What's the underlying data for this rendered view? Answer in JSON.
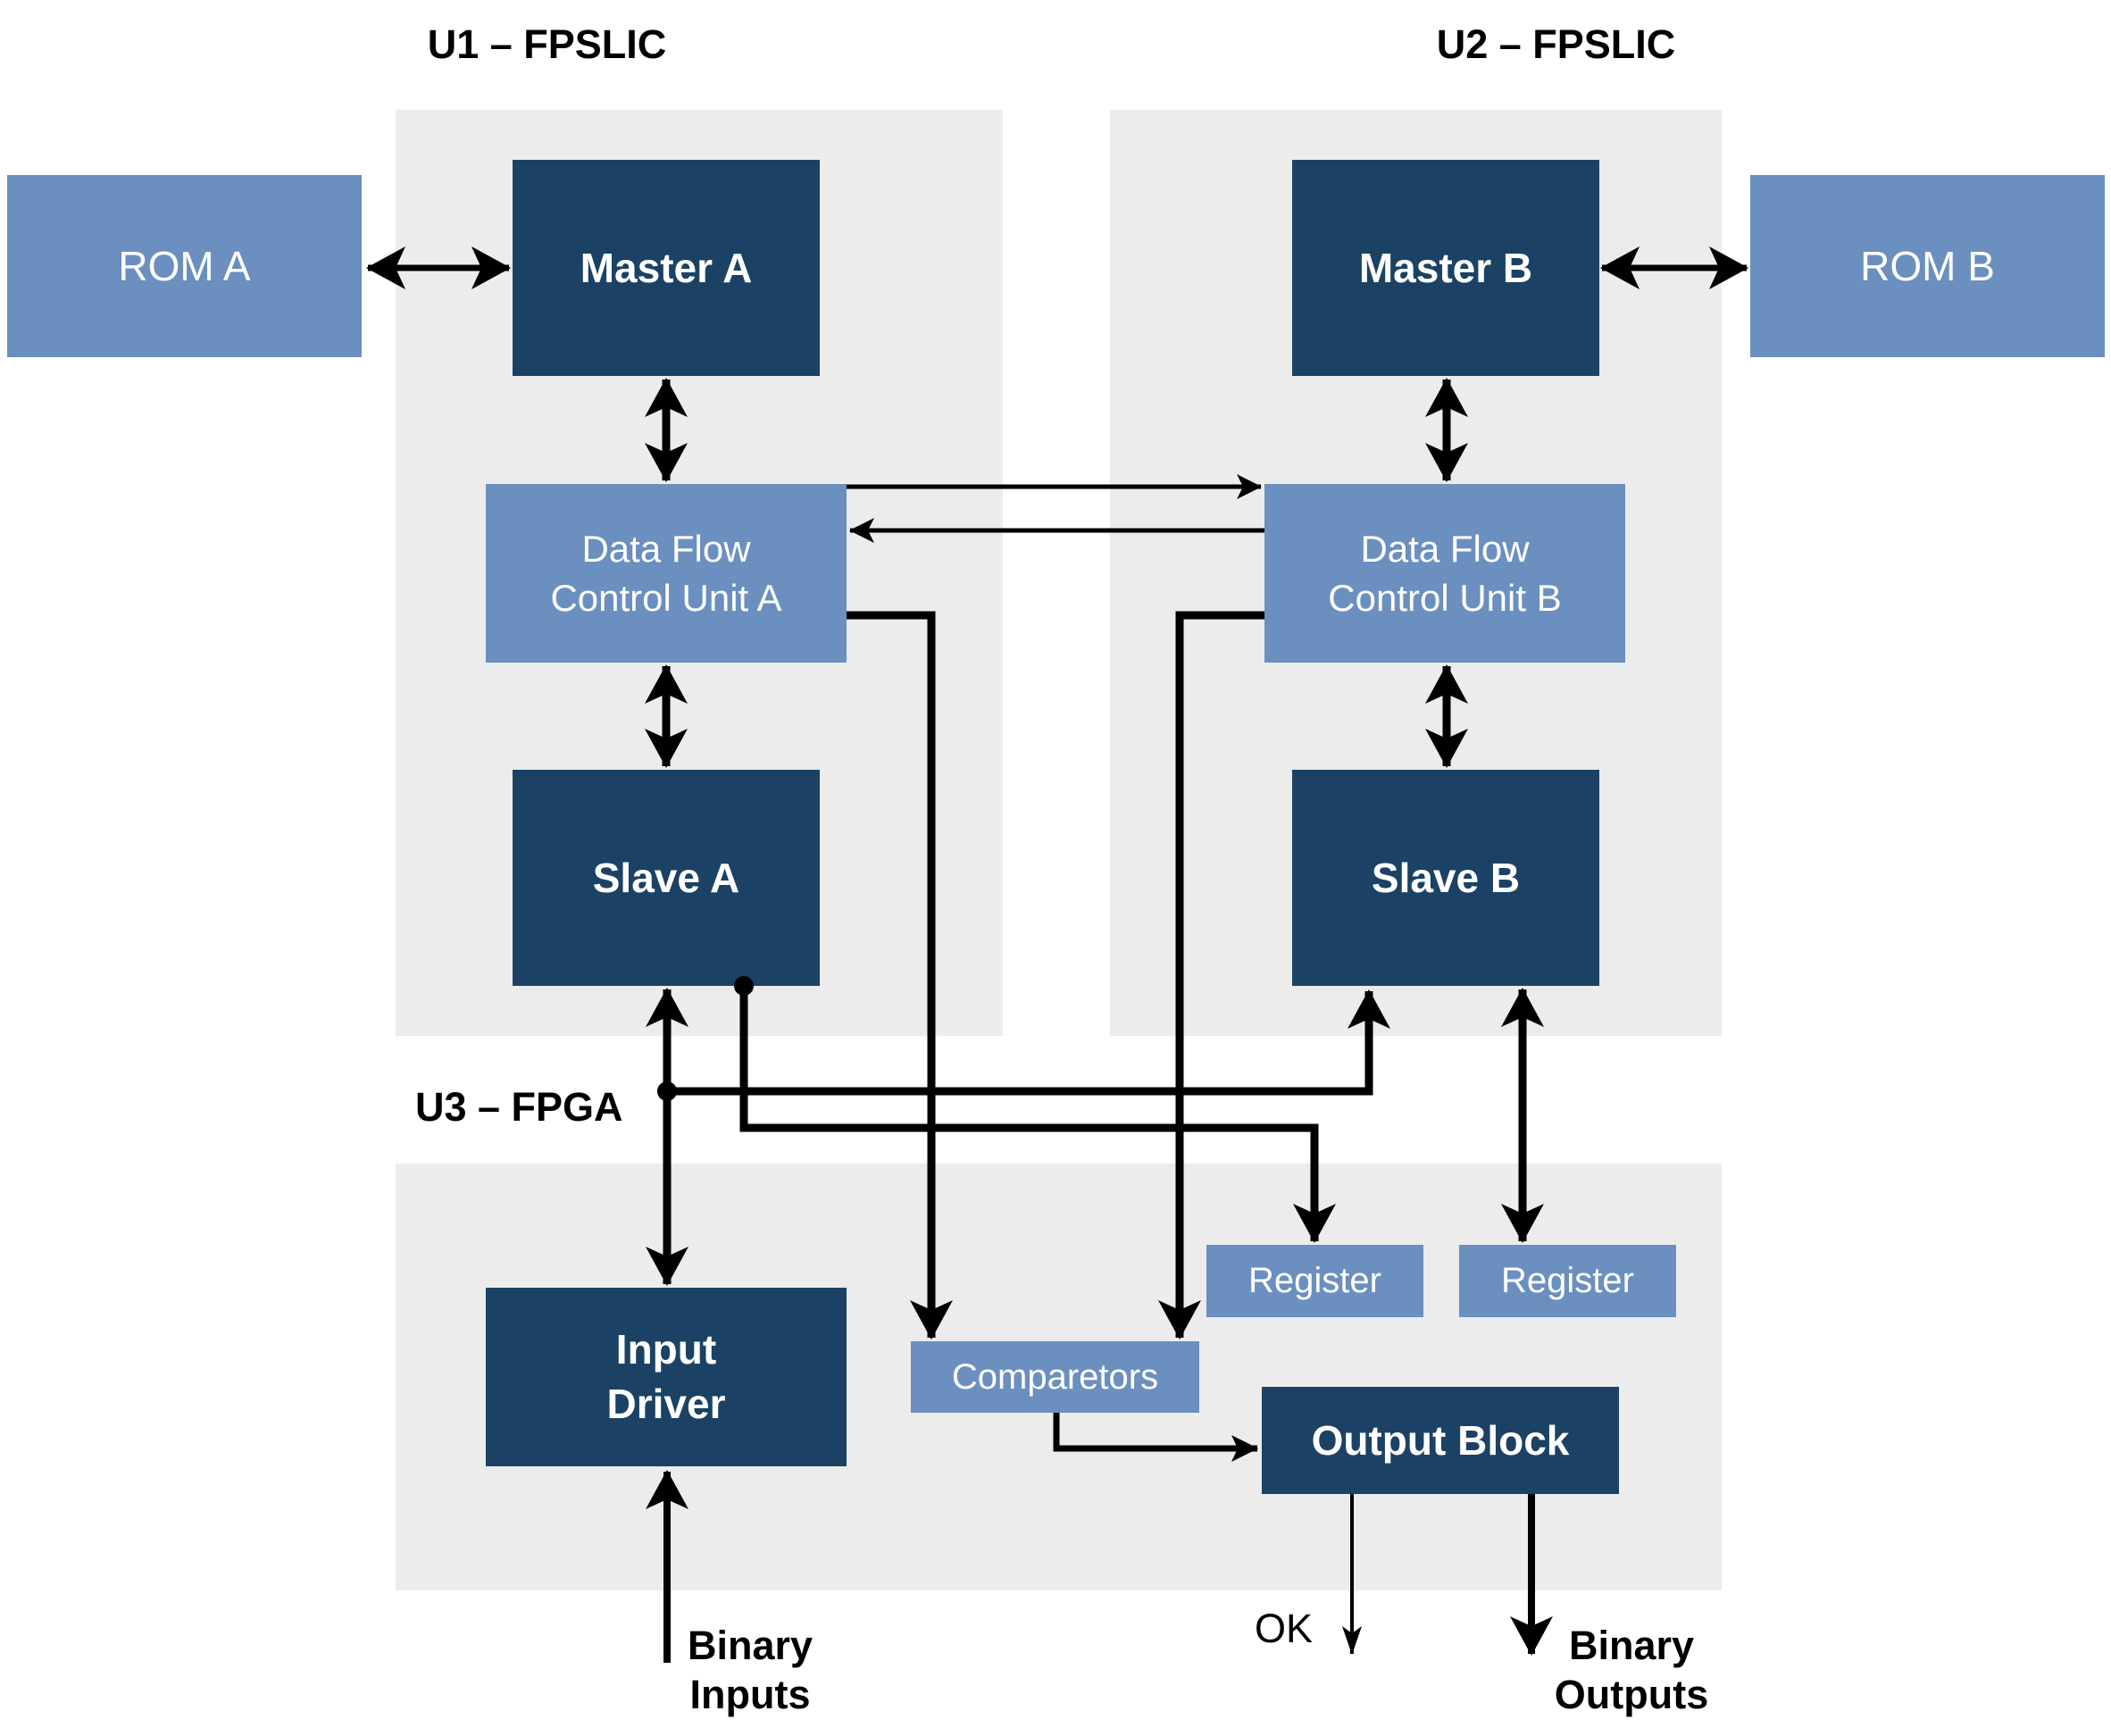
{
  "labels": {
    "u1": "U1 – FPSLIC",
    "u2": "U2 – FPSLIC",
    "u3": "U3 – FPGA",
    "binary_inputs_line1": "Binary",
    "binary_inputs_line2": "Inputs",
    "ok": "OK",
    "binary_outputs_line1": "Binary",
    "binary_outputs_line2": "Outputs"
  },
  "blocks": {
    "rom_a": "ROM A",
    "master_a": "Master A",
    "dfcu_a_line1": "Data Flow",
    "dfcu_a_line2": "Control Unit A",
    "slave_a": "Slave A",
    "master_b": "Master B",
    "rom_b": "ROM B",
    "dfcu_b_line1": "Data Flow",
    "dfcu_b_line2": "Control Unit B",
    "slave_b": "Slave B",
    "input_driver_line1": "Input",
    "input_driver_line2": "Driver",
    "comparetors": "Comparetors",
    "register_1": "Register",
    "register_2": "Register",
    "output_block": "Output Block"
  },
  "colors": {
    "dark_block": "#1B4264",
    "medium_block": "#6B8FBF",
    "panel": "#ECECEC",
    "line": "#000000",
    "block_text": "#FFFFFF",
    "label_text": "#000000",
    "background": "#FFFFFF"
  }
}
